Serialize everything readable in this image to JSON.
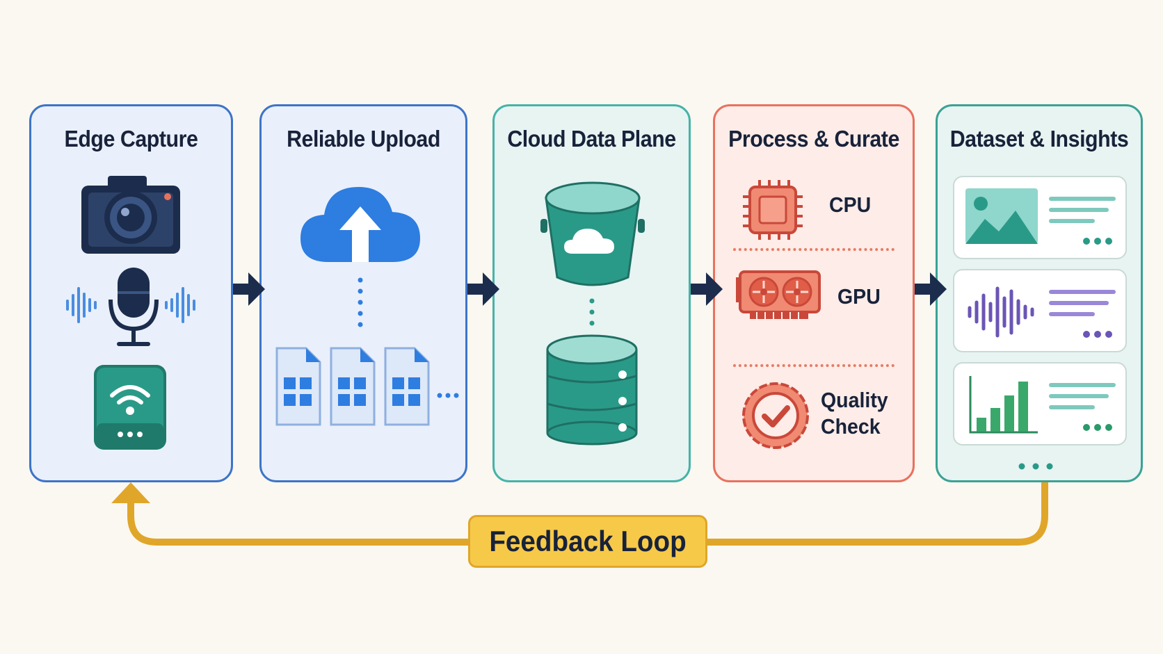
{
  "stages": [
    {
      "title": "Edge Capture"
    },
    {
      "title": "Reliable Upload"
    },
    {
      "title": "Cloud Data Plane"
    },
    {
      "title": "Process & Curate",
      "items": [
        "CPU",
        "GPU",
        "Quality Check"
      ]
    },
    {
      "title": "Dataset & Insights"
    }
  ],
  "feedback_label": "Feedback Loop",
  "colors": {
    "blue": "#3d74c8",
    "teal": "#46b3a8",
    "coral": "#e8715e",
    "gold": "#e0a62a",
    "navy": "#1c2c4c"
  },
  "icons": [
    "camera-icon",
    "microphone-icon",
    "sound-wave-icon",
    "wifi-device-icon",
    "cloud-upload-icon",
    "file-icon",
    "cloud-bucket-icon",
    "database-icon",
    "cpu-icon",
    "gpu-icon",
    "quality-check-badge-icon",
    "image-icon",
    "audio-wave-icon",
    "bar-chart-icon"
  ]
}
